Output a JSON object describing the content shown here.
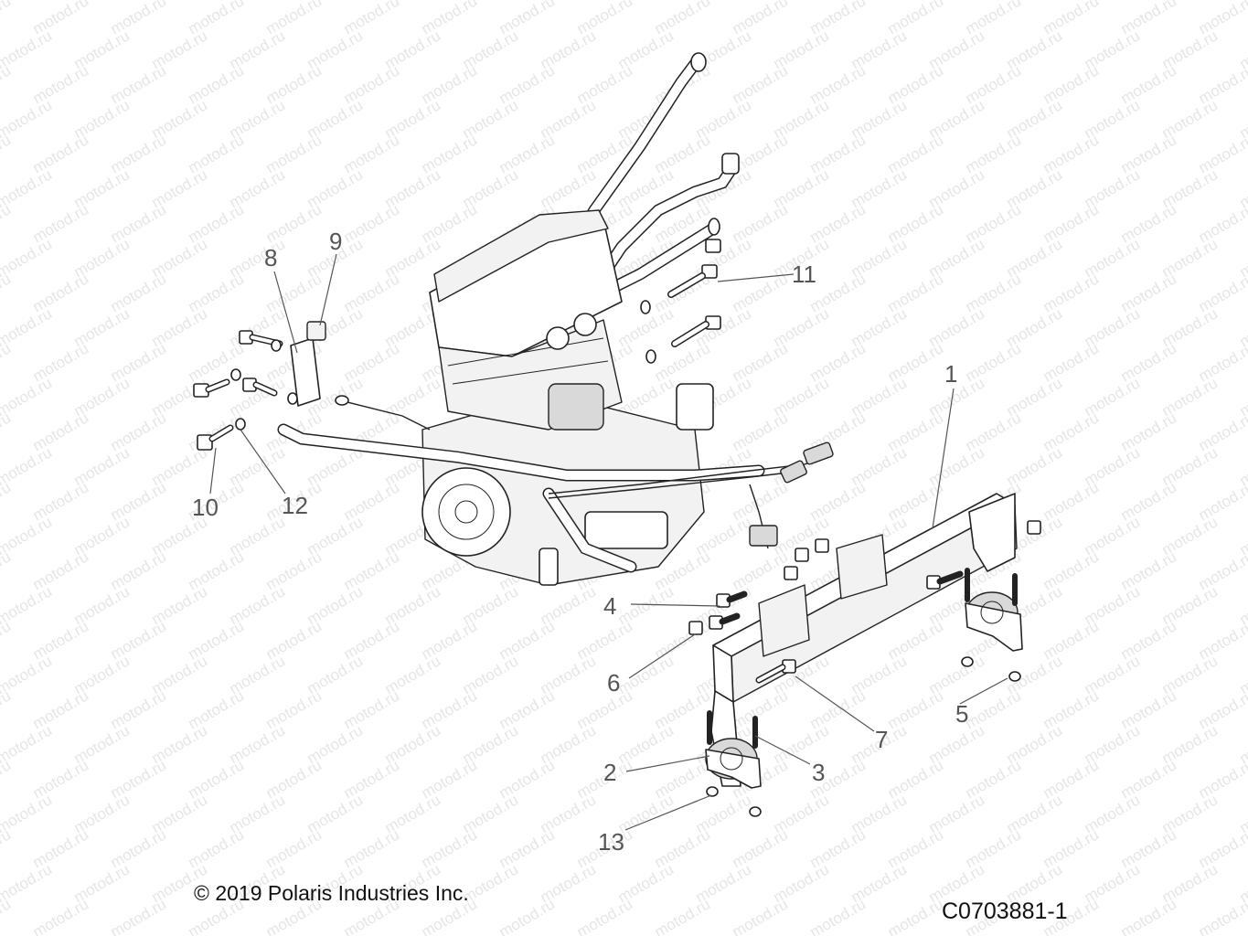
{
  "watermark": {
    "text": "motod.ru"
  },
  "callouts": [
    {
      "id": "1",
      "label": "1"
    },
    {
      "id": "2",
      "label": "2"
    },
    {
      "id": "3",
      "label": "3"
    },
    {
      "id": "4",
      "label": "4"
    },
    {
      "id": "5",
      "label": "5"
    },
    {
      "id": "6",
      "label": "6"
    },
    {
      "id": "7",
      "label": "7"
    },
    {
      "id": "8",
      "label": "8"
    },
    {
      "id": "9",
      "label": "9"
    },
    {
      "id": "10",
      "label": "10"
    },
    {
      "id": "11",
      "label": "11"
    },
    {
      "id": "12",
      "label": "12"
    },
    {
      "id": "13",
      "label": "13"
    }
  ],
  "footer": {
    "copyright": "© 2019 Polaris Industries Inc.",
    "figure_code": "C0703881-1"
  }
}
